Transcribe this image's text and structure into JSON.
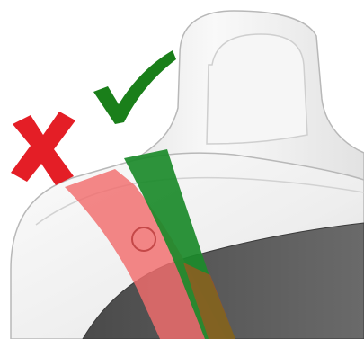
{
  "diagram": {
    "wrong_mark": {
      "symbol": "cross",
      "color": "#e41e26",
      "meaning": "incorrect"
    },
    "right_mark": {
      "symbol": "checkmark",
      "color": "#1a7f1a",
      "meaning": "correct"
    },
    "belts": [
      {
        "id": "incorrect-belt",
        "color": "#f26d6d",
        "opacity": 0.82
      },
      {
        "id": "correct-belt",
        "color": "#1b8a2a",
        "opacity": 0.92
      }
    ],
    "seat": {
      "upholstery_color": "#f2f2f2",
      "back_panel_color": "#5a5a5a"
    }
  }
}
